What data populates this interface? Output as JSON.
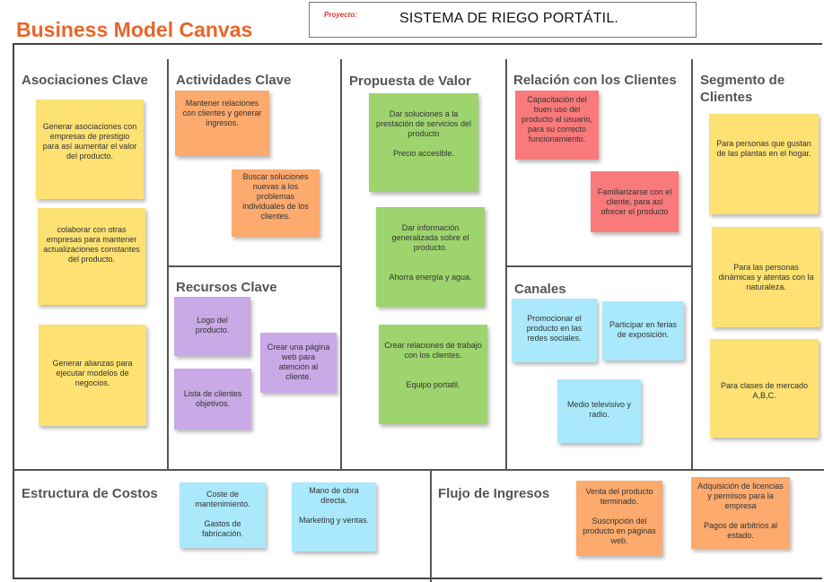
{
  "header": {
    "title": "Business Model Canvas",
    "project_label": "Proyecto:",
    "project_name": "SISTEMA DE RIEGO PORTÁTIL."
  },
  "sections": {
    "asociaciones": {
      "title": "Asociaciones Clave",
      "notes": [
        "Generar asociaciones con empresas de prestigio para así aumentar el valor del producto.",
        "colaborar con otras empresas para mantener actualizaciones constantes del producto.",
        "Generar alianzas para ejecutar modelos de negocios."
      ]
    },
    "actividades": {
      "title": "Actividades Clave",
      "notes": [
        "Mantener relaciones con clientes y generar ingresos.",
        "Buscar soluciones nuevas a los problemas individuales de los clientes."
      ]
    },
    "recursos": {
      "title": "Recursos Clave",
      "notes": [
        "Logo del producto.",
        "Crear una página web para atención al cliente.",
        "Lista de clientes objetivos."
      ]
    },
    "propuesta": {
      "title": "Propuesta de Valor",
      "notes": [
        "Dar soluciones a la prestación de servicios del producto\n\nPrecio accesible.",
        "Dar información generalizada sobre el producto.\n\n\nAhorra energía y agua.",
        "Crear relaciones de trabajo con los clientes.\n\n\nEquipo portatil."
      ]
    },
    "relacion": {
      "title": "Relación con los Clientes",
      "notes": [
        "Capacitación del buen uso del producto al usuario, para su correcto funcionamiento.",
        "Familiarizarse con el cliente, para así ofrecer el producto"
      ]
    },
    "canales": {
      "title": "Canales",
      "notes": [
        "Promocionar el producto en las redes sociales.",
        "Participar en ferias de exposición.",
        "Medio televisivo y radio."
      ]
    },
    "segmento": {
      "title": "Segmento de Clientes",
      "notes": [
        "Para personas que gustan de las plantas en el hogar.",
        "Para las personas dinámicas y atentas con la naturaleza.",
        "Para clases de mercado A,B,C."
      ]
    },
    "costos": {
      "title": "Estructura de Costos",
      "notes": [
        "Coste de mantenimiento.\n\nGastos de fabricación.",
        "Mano de obra directa.\n\nMarketing y ventas."
      ]
    },
    "ingresos": {
      "title": "Flujo de Ingresos",
      "notes": [
        "Venta del producto terminado.\n\nSuscripción del producto en páginas web.",
        "Adquisición de licencias y permisos para la empresa\n\nPagos de arbitrios al estado."
      ]
    }
  }
}
